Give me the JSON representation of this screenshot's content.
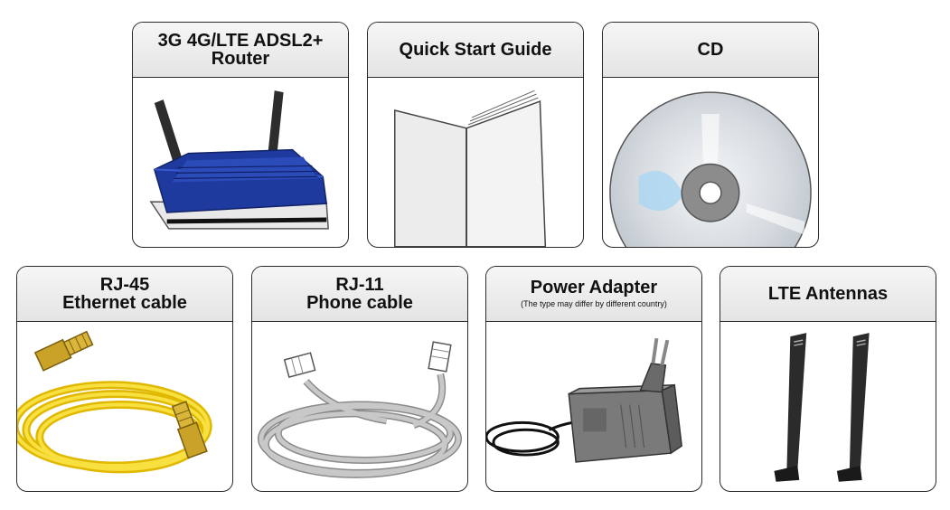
{
  "items": {
    "router": {
      "line1": "3G 4G/LTE ADSL2+",
      "line2": "Router"
    },
    "quick_start": {
      "line1": "Quick Start Guide"
    },
    "cd": {
      "line1": "CD"
    },
    "ethernet": {
      "line1": "RJ-45",
      "line2": "Ethernet cable"
    },
    "phone": {
      "line1": "RJ-11",
      "line2": "Phone cable"
    },
    "power": {
      "line1": "Power Adapter",
      "note": "(The type may differ by different country)"
    },
    "antennas": {
      "line1": "LTE Antennas"
    }
  },
  "colors": {
    "router_body": "#1e3a9e",
    "cable_yellow": "#f2d21a",
    "plug_gold": "#c9a227",
    "phone_cable": "#bdbdbd",
    "adapter": "#7a7a7a",
    "antenna": "#2b2b2b",
    "cd_disc": "#d6dbe0"
  }
}
